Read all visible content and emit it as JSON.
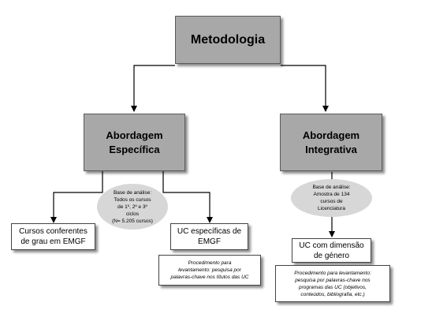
{
  "diagram": {
    "root": {
      "label": "Metodologia"
    },
    "left_branch": {
      "label_line1": "Abordagem",
      "label_line2": "Específica",
      "analysis_base": {
        "line1": "Base de análise:",
        "line2": "Todos os cursos",
        "line3": "de 1º, 2º e 3º",
        "line4": "ciclos",
        "line5": "(N= 5.205 cursos)"
      },
      "courses": {
        "line1": "Cursos conferentes",
        "line2": "de grau em EMGF"
      },
      "uc": {
        "line1": "UC específicas de",
        "line2": "EMGF"
      },
      "procedure": {
        "line1": "Procedimento para",
        "line2": "levantamento: pesquisa por",
        "line3": "palavras-chave nos títulos das UC"
      }
    },
    "right_branch": {
      "label_line1": "Abordagem",
      "label_line2": "Integrativa",
      "analysis_base": {
        "line1": "Base de análise:",
        "line2": "Amostra de 134",
        "line3": "cursos de",
        "line4": "Licenciatura"
      },
      "uc": {
        "line1": "UC com dimensão",
        "line2": "de género"
      },
      "procedure": {
        "line1": "Procedimento para levantamento:",
        "line2": "pesquisa por palavras-chave nos",
        "line3": "programas das UC (objetivos,",
        "line4": "conteúdos, bibliografia, etc.)"
      }
    }
  }
}
